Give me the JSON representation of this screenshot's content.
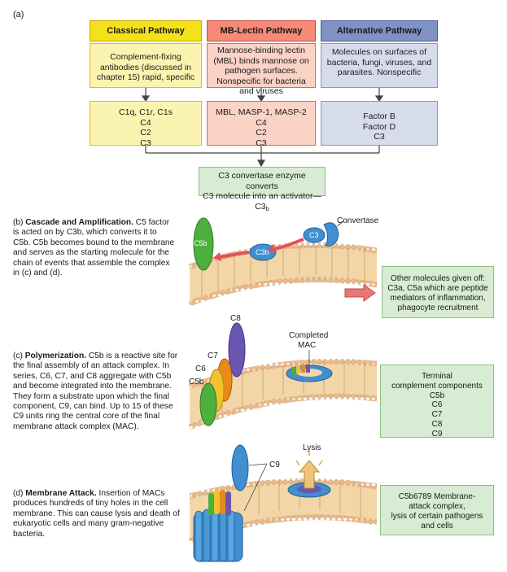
{
  "panel_a": {
    "label": "(a)",
    "classical": {
      "title": "Classical Pathway",
      "desc": "Complement-fixing antibodies (discussed in chapter 15) rapid, specific",
      "components": [
        "C1q, C1r, C1s",
        "C4",
        "C2",
        "C3"
      ]
    },
    "lectin": {
      "title": "MB-Lectin Pathway",
      "desc": "Mannose-binding lectin (MBL) binds mannose on pathogen surfaces. Nonspecific for bacteria and viruses",
      "components": [
        "MBL, MASP-1, MASP-2",
        "C4",
        "C2",
        "C3"
      ]
    },
    "alternative": {
      "title": "Alternative Pathway",
      "desc": "Molecules on surfaces of bacteria, fungi, viruses, and parasites. Nonspecific",
      "components": [
        "Factor B",
        "Factor D",
        "C3"
      ]
    },
    "convertase_line1": "C3 convertase enzyme converts",
    "convertase_line2": "C3 molecule into an activator—C3",
    "convertase_sub": "b"
  },
  "panel_b": {
    "label": "(b)",
    "heading": "Cascade and Amplification.",
    "text": "C5 factor is acted on by C3b, which converts it to C5b. C5b becomes bound to the membrane and serves as the starting molecule for the chain of events that assemble the complex in (c) and (d).",
    "convertase_label": "Convertase",
    "c3_label": "C3",
    "c3b_label": "C3b",
    "c5b_label": "C5b",
    "side_box_line1": "Other molecules given off:",
    "side_box_line2": "C3a, C5a which are peptide",
    "side_box_line3": "mediators of inflammation,",
    "side_box_line4": "phagocyte recruitment"
  },
  "panel_c": {
    "label": "(c)",
    "heading": "Polymerization.",
    "text": "C5b is a reactive site for the final assembly of an attack complex. In series, C6, C7, and C8 aggregate with C5b and become integrated into the membrane. They form a substrate upon which the final component, C9, can bind. Up to 15 of these C9 units ring the central core of the final membrane attack complex (MAC).",
    "labels": {
      "c8": "C8",
      "c7": "C7",
      "c6": "C6",
      "c5b": "C5b",
      "completed": "Completed",
      "mac": "MAC"
    },
    "side_box": [
      "Terminal",
      "complement components",
      "C5b",
      "C6",
      "C7",
      "C8",
      "C9"
    ]
  },
  "panel_d": {
    "label": "(d)",
    "heading": "Membrane Attack.",
    "text": "Insertion of MACs produces hundreds of tiny holes in the cell membrane. This can cause lysis and death of eukaryotic cells and many gram-negative bacteria.",
    "c9_label": "C9",
    "lysis_label": "Lysis",
    "side_box_line1": "C5b6789 Membrane-",
    "side_box_line2": "attack complex,",
    "side_box_line3": "lysis of certain pathogens",
    "side_box_line4": "and cells"
  },
  "colors": {
    "yellow": "#f3e21a",
    "red": "#f58a78",
    "blue": "#7f92c6",
    "green_box": "#d7ecd2",
    "membrane": "#e9b98b",
    "arrow_red": "#e0525a",
    "protein_blue": "#3f8fd1",
    "protein_green": "#4caf3e",
    "protein_purple": "#6a55b0",
    "protein_orange": "#e88a1c"
  }
}
